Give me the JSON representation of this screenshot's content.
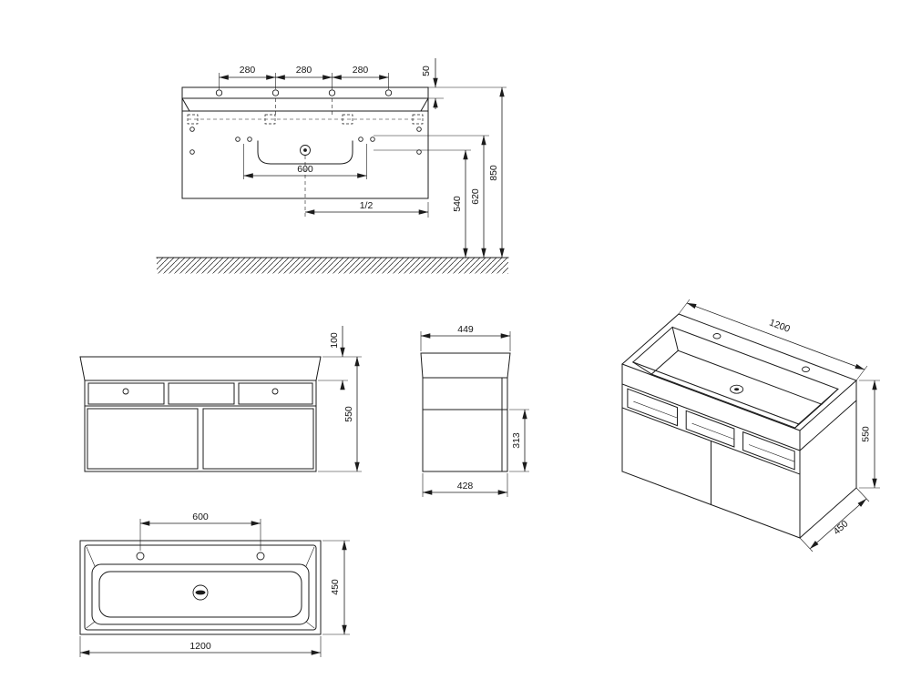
{
  "colors": {
    "line": "#1c1c1c",
    "background": "#ffffff"
  },
  "installation": {
    "hole_spacing_left": "280",
    "hole_spacing_mid": "280",
    "hole_spacing_right": "280",
    "hole_top_offset": "50",
    "fixing_span": "600",
    "drain_position": "1/2",
    "height_to_drain": "540",
    "height_to_basin_bottom": "620",
    "height_total": "850"
  },
  "front_view": {
    "basin_height": "100",
    "overall_height": "550"
  },
  "side_view": {
    "top_depth": "449",
    "body_depth": "428",
    "body_height": "313"
  },
  "perspective_view": {
    "width": "1200",
    "height": "550",
    "depth": "450"
  },
  "plan_view": {
    "tap_spacing": "600",
    "depth": "450",
    "width": "1200"
  }
}
